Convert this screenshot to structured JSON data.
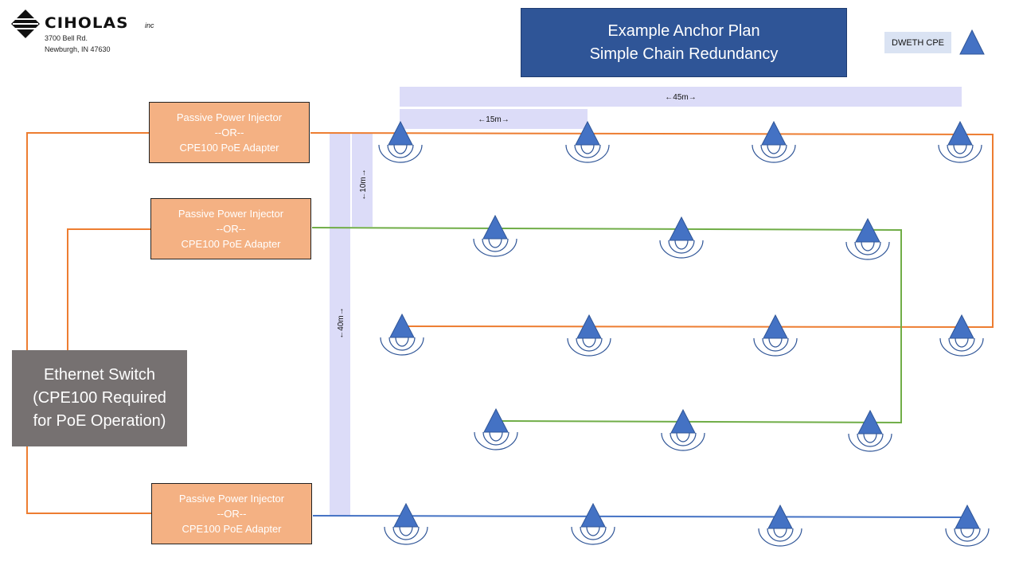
{
  "company": {
    "name": "CIHOLAS",
    "suffix": "inc",
    "address_line1": "3700 Bell Rd.",
    "address_line2": "Newburgh, IN 47630"
  },
  "title": {
    "line1": "Example Anchor Plan",
    "line2": "Simple Chain Redundancy"
  },
  "legend": {
    "label": "DWETH CPE",
    "icon": "blue-triangle-icon"
  },
  "injectors": [
    {
      "line1": "Passive Power Injector",
      "line2": "--OR--",
      "line3": "CPE100 PoE Adapter"
    },
    {
      "line1": "Passive Power Injector",
      "line2": "--OR--",
      "line3": "CPE100 PoE Adapter"
    },
    {
      "line1": "Passive Power Injector",
      "line2": "--OR--",
      "line3": "CPE100 PoE Adapter"
    }
  ],
  "switch": {
    "line1": "Ethernet Switch",
    "line2": "(CPE100 Required",
    "line3": "for PoE Operation)"
  },
  "dimensions": {
    "width_total": "←45m→",
    "spacing_x": "←15m→",
    "spacing_y": "←10m→",
    "height_total": "←40m→"
  },
  "colors": {
    "orange_link": "#ed7d31",
    "green_link": "#70ad47",
    "blue_link": "#4472c4",
    "anchor_fill": "#4472c4",
    "anchor_stroke": "#2f5597",
    "dimension_band": "#dcdcf8"
  }
}
